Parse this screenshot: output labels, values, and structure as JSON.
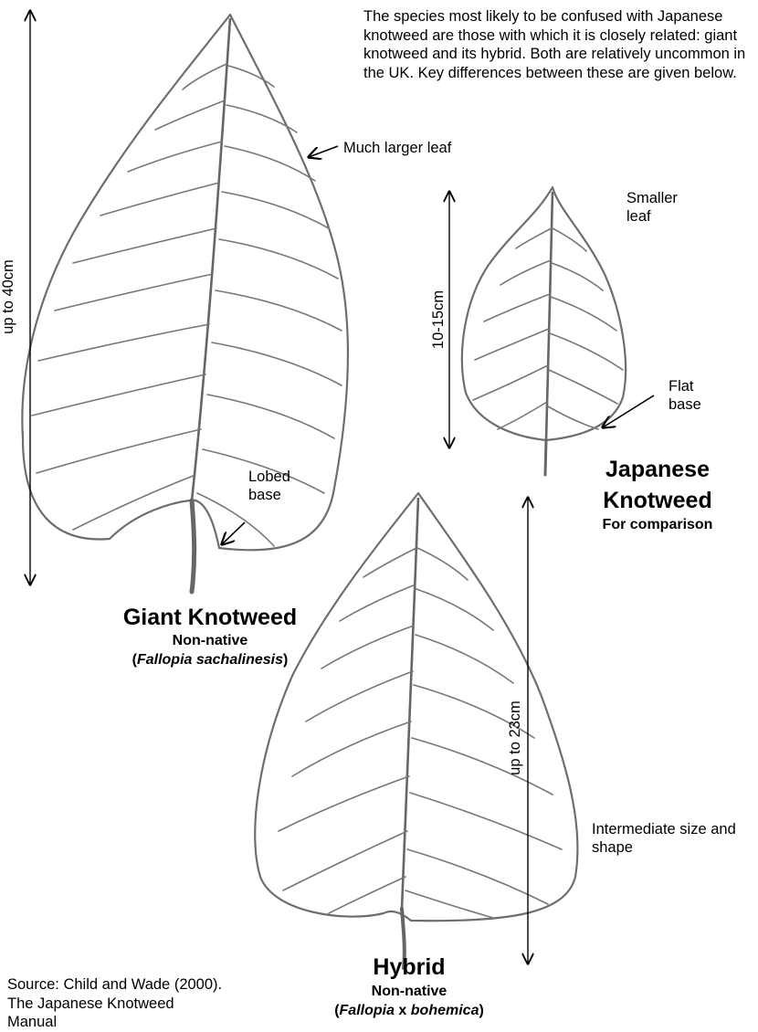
{
  "intro_text": "The species most likely to be confused with Japanese knotweed are those with which it is closely related: giant knotweed and its hybrid. Both are relatively uncommon in the UK.  Key differences between these are given below.",
  "giant": {
    "dimension": "up to  40cm",
    "note_size": "Much larger leaf",
    "note_base": "Lobed base",
    "title": "Giant Knotweed",
    "status": "Non-native",
    "latin_open": "(",
    "latin": "Fallopia sachalinesis",
    "latin_close": ")"
  },
  "japanese": {
    "dimension": "10-15cm",
    "note_size": "Smaller leaf",
    "note_base": "Flat base",
    "title_line1": "Japanese",
    "title_line2": "Knotweed",
    "comparison": "For comparison"
  },
  "hybrid": {
    "dimension": "up to 23cm",
    "note_shape": "Intermediate size and shape",
    "title": "Hybrid",
    "status": "Non-native",
    "latin_open": "(",
    "latin_genus": "Fallopia",
    "latin_x": " x ",
    "latin_species": "bohemica",
    "latin_close": ")"
  },
  "source": "Source: Child and Wade (2000).  The Japanese Knotweed Manual",
  "colors": {
    "leaf_outline": "#6e6e6e",
    "text": "#000000",
    "background": "#ffffff"
  }
}
